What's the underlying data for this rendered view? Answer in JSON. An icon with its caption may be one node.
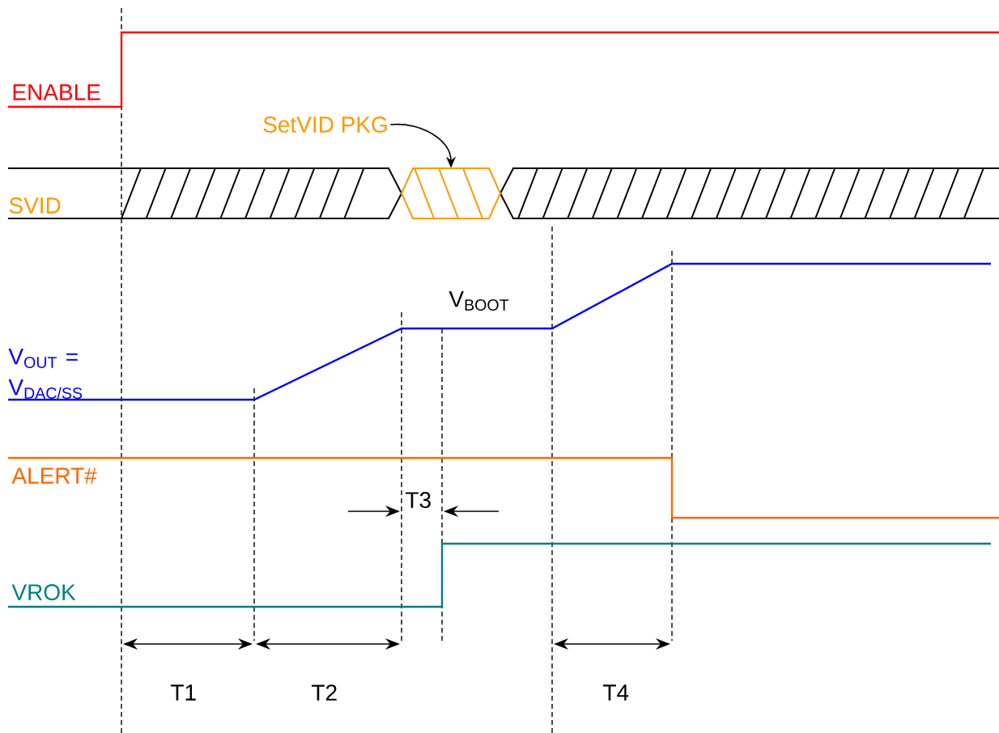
{
  "diagram": {
    "nodes": [
      {
        "text": [
          "SetVID PKG"
        ]
      },
      {
        "text": [],
        "shape": "hexagon"
      }
    ],
    "edges": [
      {
        "from": 0,
        "to": 1,
        "arrow": "to"
      }
    ],
    "labels": [
      "ENABLE",
      "SVID",
      "V$_{BOOT}$",
      "V$_{OUT}$ = V$_{DAC/SS}$",
      "ALERT#",
      "T3",
      "VROK",
      "T1",
      "T2",
      "T4"
    ]
  }
}
